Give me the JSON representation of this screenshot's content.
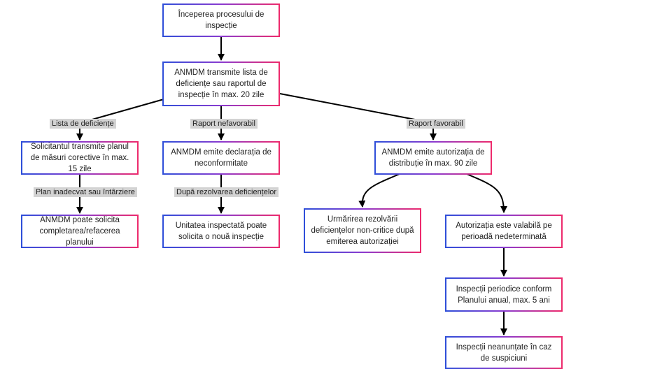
{
  "nodes": {
    "start": "Începerea procesului de inspecție",
    "transmit": "ANMDM transmite lista de deficiențe sau raportul de inspecție în max. 20 zile",
    "plan": "Solicitantul transmite planul de măsuri corective în max. 15 zile",
    "nonconf": "ANMDM emite declarația de neconformitate",
    "authorize": "ANMDM emite autorizația de distribuție în max. 90 zile",
    "completion": "ANMDM poate solicita completarea/refacerea planului",
    "new_inspection": "Unitatea inspectată poate solicita o nouă inspecție",
    "followup": "Urmărirea rezolvării deficiențelor non-critice după emiterea autorizației",
    "valid": "Autorizația este valabilă pe perioadă nedeterminată",
    "periodic": "Inspecții periodice conform Planului anual, max. 5 ani",
    "unannounced": "Inspecții neanunțate în caz de suspiciuni"
  },
  "edges": {
    "deficiency_list": "Lista de deficiențe",
    "unfavorable": "Raport nefavorabil",
    "favorable": "Raport favorabil",
    "inadequate": "Plan inadecvat sau întârziere",
    "after_resolution": "După rezolvarea deficiențelor"
  },
  "colors": {
    "border_start": "#2e4fd9",
    "border_end": "#ee2a6b",
    "label_bg": "#d3d3d3",
    "line": "#000000"
  }
}
